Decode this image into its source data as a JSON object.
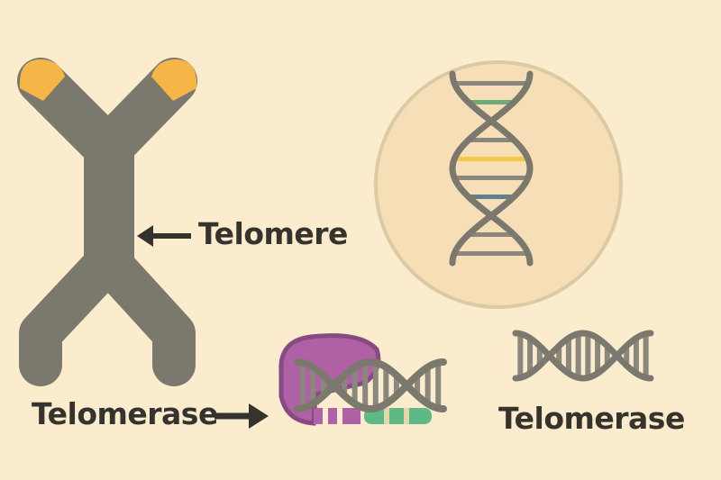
{
  "labels": {
    "telomere": "Telomere",
    "telomerase_left": "Telomerase",
    "telomerase_right": "Telomerase"
  },
  "colors": {
    "background": "#fbeccd",
    "chromosome": "#7b786e",
    "telomere_cap": "#f5b647",
    "enzyme": "#b060a4",
    "enzyme_outline": "#874a83",
    "rna_template": "#5dba86",
    "circle_fill": "#f6dfb6",
    "circle_stroke": "#dccaa4"
  },
  "icons": [
    "chromosome-icon",
    "dna-helix-icon",
    "telomerase-enzyme-icon",
    "arrow-left-icon",
    "arrow-right-icon"
  ]
}
